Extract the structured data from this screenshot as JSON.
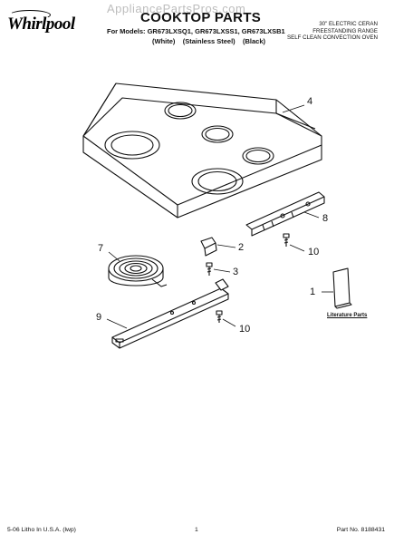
{
  "header": {
    "watermark": "AppliancePartsPros.com",
    "brand": "Whirlpool",
    "title": "COOKTOP PARTS",
    "models_line": "For Models: GR673LXSQ1, GR673LXSS1, GR673LXSB1",
    "variants_line": "(White)    (Stainless Steel)    (Black)",
    "product_lines": [
      "30\" ELECTRIC CERAN",
      "FREESTANDING RANGE",
      "SELF CLEAN CONVECTION OVEN"
    ]
  },
  "callouts": [
    {
      "id": "c4",
      "label": "4"
    },
    {
      "id": "c8",
      "label": "8"
    },
    {
      "id": "c2",
      "label": "2"
    },
    {
      "id": "c10a",
      "label": "10"
    },
    {
      "id": "c7",
      "label": "7"
    },
    {
      "id": "c3",
      "label": "3"
    },
    {
      "id": "c1",
      "label": "1"
    },
    {
      "id": "c9",
      "label": "9"
    },
    {
      "id": "c10b",
      "label": "10"
    }
  ],
  "literature_label": "Literature Parts",
  "footer": {
    "left": "5-06 Litho In U.S.A. (lwp)",
    "center": "1",
    "right": "Part No. 8188431"
  }
}
